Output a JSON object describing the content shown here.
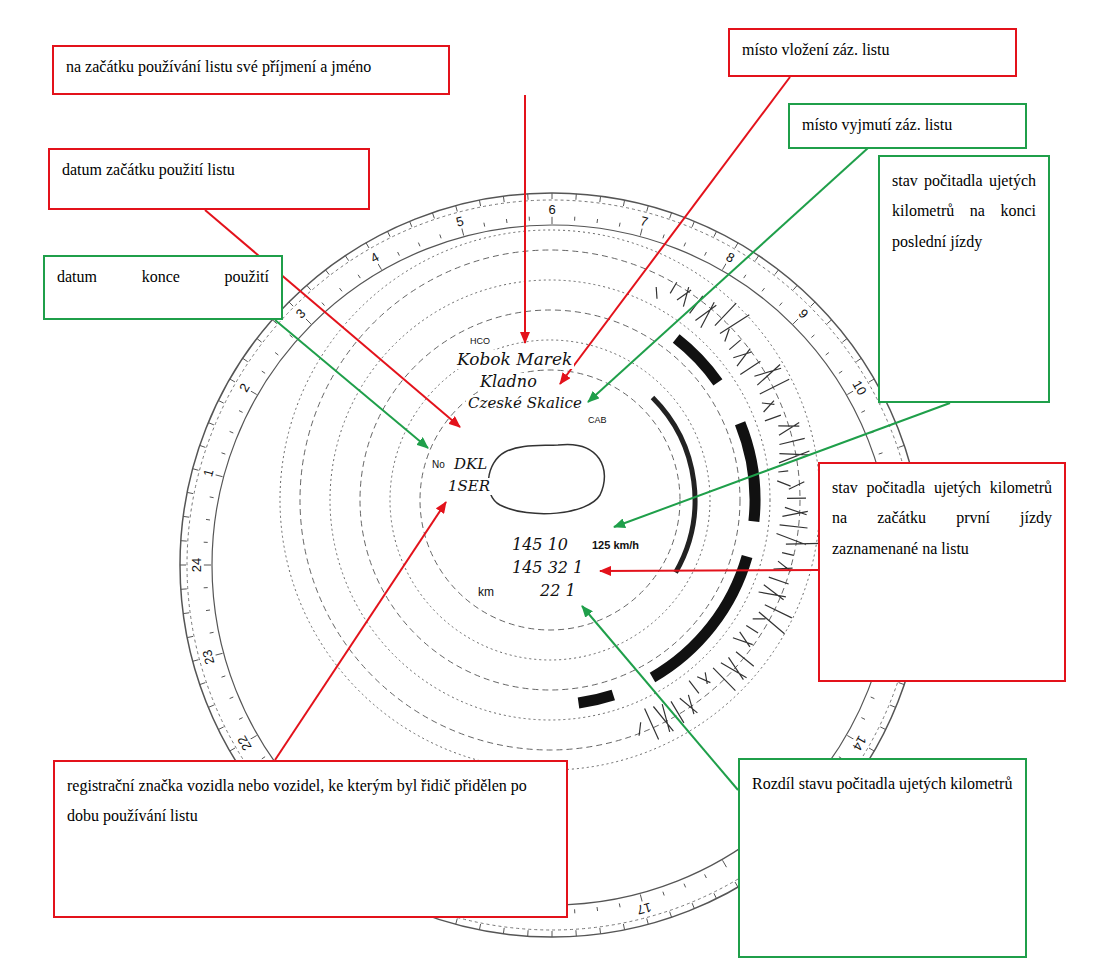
{
  "diagram": {
    "nodes": [
      {
        "text": [
          "na začátku používání listu své příjmení a jméno"
        ]
      },
      {
        "text": [
          "místo vložení záz. listu"
        ]
      },
      {
        "text": [
          "místo vyjmutí záz. listu"
        ]
      },
      {
        "text": [
          "datum začátku použití listu"
        ]
      },
      {
        "text": [
          "stav počitadla ujetých kilometrů na konci poslední jízdy"
        ]
      },
      {
        "text": [
          "datum konce použití"
        ]
      },
      {
        "text": [
          "stav počitadla ujetých kilometrů na začátku první jízdy zaznamenané na listu"
        ]
      },
      {
        "text": [
          "registrační značka vozidla nebo vozidel, ke kterým byl řidič přidělen po dobu používání listu"
        ]
      },
      {
        "text": [
          "Rozdíl stavu počitadla ujetých kilometrů"
        ]
      }
    ],
    "labels": [
      "1",
      "2",
      "3",
      "4",
      "5",
      "6",
      "7",
      "8",
      "9",
      "10",
      "14",
      "17",
      "22",
      "23",
      "24",
      "HCO",
      "Kobok Marek",
      "Kladno",
      "Czeské Skalice",
      "CAB",
      "No",
      "DKL",
      "1SER",
      "145 10",
      "125 km/h",
      "145 32 1",
      "km",
      "22 1"
    ]
  }
}
